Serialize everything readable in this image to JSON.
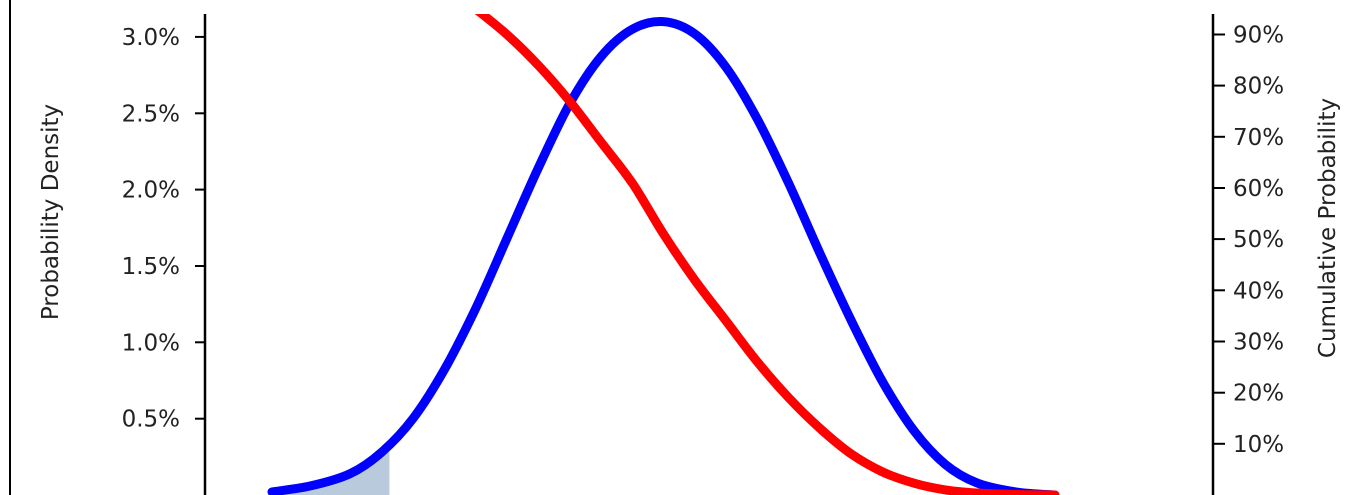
{
  "chart_data": {
    "type": "line",
    "title": "",
    "ylabel_left": "Probability Density",
    "ylabel_right": "Cumulative Probability",
    "left_axis": {
      "ylim": [
        0.0,
        3.15
      ],
      "ticks": [
        {
          "value": 0.5,
          "label": "0.5%"
        },
        {
          "value": 1.0,
          "label": "1.0%"
        },
        {
          "value": 1.5,
          "label": "1.5%"
        },
        {
          "value": 2.0,
          "label": "2.0%"
        },
        {
          "value": 2.5,
          "label": "2.5%"
        },
        {
          "value": 3.0,
          "label": "3.0%"
        }
      ]
    },
    "right_axis": {
      "ylim": [
        0,
        94
      ],
      "ticks": [
        {
          "value": 10,
          "label": "10%"
        },
        {
          "value": 20,
          "label": "20%"
        },
        {
          "value": 30,
          "label": "30%"
        },
        {
          "value": 40,
          "label": "40%"
        },
        {
          "value": 50,
          "label": "50%"
        },
        {
          "value": 60,
          "label": "60%"
        },
        {
          "value": 70,
          "label": "70%"
        },
        {
          "value": 80,
          "label": "80%"
        },
        {
          "value": 90,
          "label": "90%"
        }
      ]
    },
    "series": [
      {
        "color": "#0000ff",
        "axis": "left",
        "x": [
          0,
          5,
          10,
          14,
          18,
          22,
          26,
          30,
          34,
          38,
          42,
          46,
          50,
          54,
          58,
          62,
          66,
          70,
          74,
          78,
          82,
          86,
          90,
          95,
          100
        ],
        "y": [
          0.02,
          0.06,
          0.14,
          0.28,
          0.5,
          0.82,
          1.22,
          1.68,
          2.14,
          2.56,
          2.87,
          3.05,
          3.1,
          3.02,
          2.8,
          2.46,
          2.04,
          1.58,
          1.14,
          0.74,
          0.42,
          0.2,
          0.08,
          0.02,
          0.0
        ]
      },
      {
        "color": "#ff0000",
        "axis": "right",
        "x": [
          26,
          30,
          34,
          38,
          42,
          46,
          50,
          54,
          58,
          62,
          66,
          70,
          74,
          78,
          82,
          86,
          90,
          95,
          100
        ],
        "y": [
          95,
          90,
          84,
          77,
          69,
          61,
          51,
          42,
          34,
          26,
          19,
          13,
          8,
          4.5,
          2.3,
          1.0,
          0.4,
          0.1,
          0.0
        ]
      }
    ],
    "shaded_region": {
      "series_index": 0,
      "x_from": 0,
      "x_to": 15,
      "color": "#b9cadd"
    },
    "grid": false,
    "legend": "none"
  }
}
